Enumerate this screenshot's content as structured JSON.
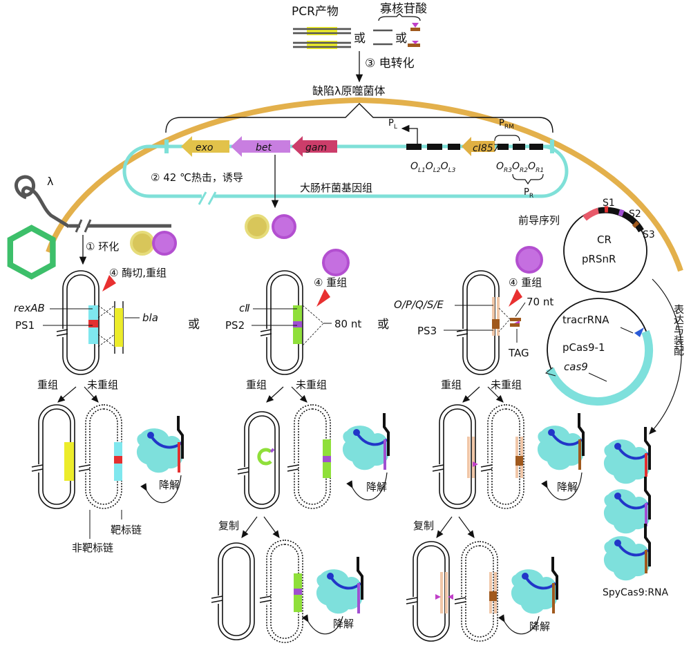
{
  "top": {
    "pcr_product": "PCR产物",
    "oligo": "寡核苷酸",
    "or": "或",
    "step3": "③ 电转化"
  },
  "phage": {
    "label": "缺陷λ原噬菌体",
    "genes": [
      "exo",
      "bet",
      "gam",
      "cI857"
    ],
    "pl": "P",
    "pl_sub": "L",
    "prm": "P",
    "prm_sub": "RM",
    "pr": "P",
    "pr_sub": "R",
    "ol": [
      "O",
      "L1",
      "O",
      "L2",
      "O",
      "L3"
    ],
    "or": [
      "O",
      "R3",
      "O",
      "R2",
      "O",
      "R1"
    ]
  },
  "ecoli": {
    "step2": "② 42 ℃热击，诱导",
    "genome": "大肠杆菌基因组"
  },
  "lambda": "λ",
  "left": {
    "step1": "① 环化",
    "step4": "④ 酶切,重组",
    "rexab": "rexAB",
    "ps1": "PS1",
    "bla": "bla",
    "recomb": "重组",
    "unrecomb": "未重组",
    "degrade": "降解",
    "target": "靶标链",
    "nontarget": "非靶标链"
  },
  "mid": {
    "step4": "④ 重组",
    "cii": "cⅡ",
    "ps2": "PS2",
    "nt80": "80 nt",
    "recomb": "重组",
    "unrecomb": "未重组",
    "degrade": "降解",
    "copy": "复制",
    "degrade2": "降解"
  },
  "right": {
    "step4": "④ 重组",
    "genes": "O/P/Q/S/E",
    "ps3": "PS3",
    "nt70": "70 nt",
    "tag": "TAG",
    "recomb": "重组",
    "unrecomb": "未重组",
    "degrade": "降解",
    "copy": "复制",
    "degrade2": "降解"
  },
  "plasmids": {
    "leader": "前导序列",
    "s1": "S1",
    "s2": "S2",
    "s3": "S3",
    "cr": "CR",
    "prsnr": "pRSnR",
    "tracrrna": "tracrRNA",
    "pcas9": "pCas9-1",
    "cas9": "cas9",
    "express": "表达与装配",
    "spycas9": "SpyCas9:RNA"
  },
  "colors": {
    "cell": "#e3b04b",
    "genome": "#7fe0d8",
    "exo": "#e2c24a",
    "bet": "#c87ee0",
    "gam": "#cc3d6a",
    "ci857": "#e0b043",
    "cas9_protein": "#7ee0dc",
    "rna": "#2236c8",
    "yellow": "#ecec2a",
    "cyan": "#7fe7ee",
    "red": "#e33030",
    "green": "#8fdf3a",
    "purple": "#a04fd1",
    "peach": "#f1c7a8",
    "brown": "#a0591d"
  }
}
